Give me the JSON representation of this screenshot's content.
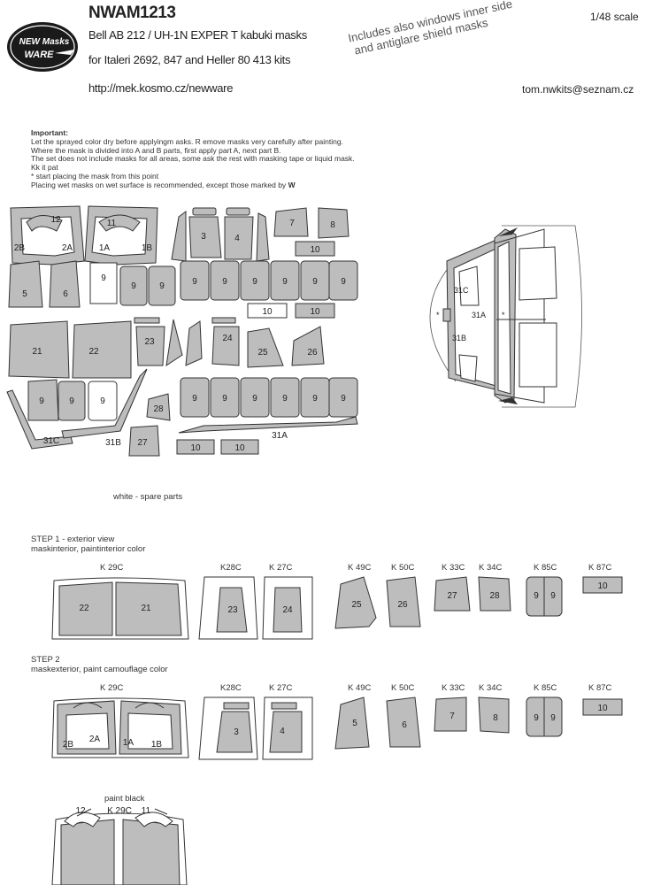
{
  "header": {
    "code": "NWAM1213",
    "title": "Bell AB 212 / UH-1N EXPER T kabuki masks",
    "subtitle": "for Italeri 2692, 847 and Heller 80 413 kits",
    "url": "http://mek.kosmo.cz/newware",
    "scale": "1/48 scale",
    "email": "tom.nwkits@seznam.cz",
    "diagonal_line1": "Includes also windows inner side",
    "diagonal_line2": "and antiglare shield masks"
  },
  "logo": {
    "line1": "NEW Masks",
    "line2": "WARE"
  },
  "notes": {
    "heading": "Important:",
    "lines": [
      "Let the sprayed color dry before applyingm asks. R emove masks very carefully after painting.",
      "Where the mask is divided into A and B parts, first apply part A, next part B.",
      "The set does not include masks for all areas, some ask the rest with masking tape or liquid mask.",
      "Kk it pat",
      "* start placing the mask from this point",
      "Placing wet masks on wet surface is recommended, except those marked by"
    ],
    "wet_mark": "W"
  },
  "sheet_labels": {
    "p12": "12",
    "p2B": "2B",
    "p2A": "2A",
    "p11": "11",
    "p1A": "1A",
    "p1B": "1B",
    "p3": "3",
    "p4": "4",
    "p7": "7",
    "p8": "8",
    "p10": "10",
    "p9": "9",
    "p5": "5",
    "p6": "6",
    "p21": "21",
    "p22": "22",
    "p23": "23",
    "p24": "24",
    "p25": "25",
    "p26": "26",
    "p28": "28",
    "p27": "27",
    "p31C": "31C",
    "p31B": "31B",
    "p31A": "31A"
  },
  "canopy_labels": {
    "c31C": "31C",
    "c31A": "31A",
    "c31B": "31B",
    "star": "*"
  },
  "spare_note": "white - spare parts",
  "step1": {
    "title": "STEP 1 - exterior view",
    "subtitle": "maskinterior, paintinterior color",
    "codes": [
      "K 29C",
      "K28C",
      "K 27C",
      "K 49C",
      "K 50C",
      "K 33C",
      "K 34C",
      "K 85C",
      "K 87C"
    ],
    "parts": [
      "22",
      "21",
      "23",
      "24",
      "25",
      "26",
      "27",
      "28",
      "9",
      "9",
      "10"
    ]
  },
  "step2": {
    "title": "STEP 2",
    "subtitle": "maskexterior, paint camouflage color",
    "codes": [
      "K 29C",
      "K28C",
      "K 27C",
      "K 49C",
      "K 50C",
      "K 33C",
      "K 34C",
      "K 85C",
      "K 87C"
    ],
    "parts": [
      "2B",
      "2A",
      "1A",
      "1B",
      "3",
      "4",
      "5",
      "6",
      "7",
      "8",
      "9",
      "9",
      "10"
    ]
  },
  "step3": {
    "title": "paint black",
    "code": "K 29C",
    "left": "12",
    "right": "11"
  }
}
